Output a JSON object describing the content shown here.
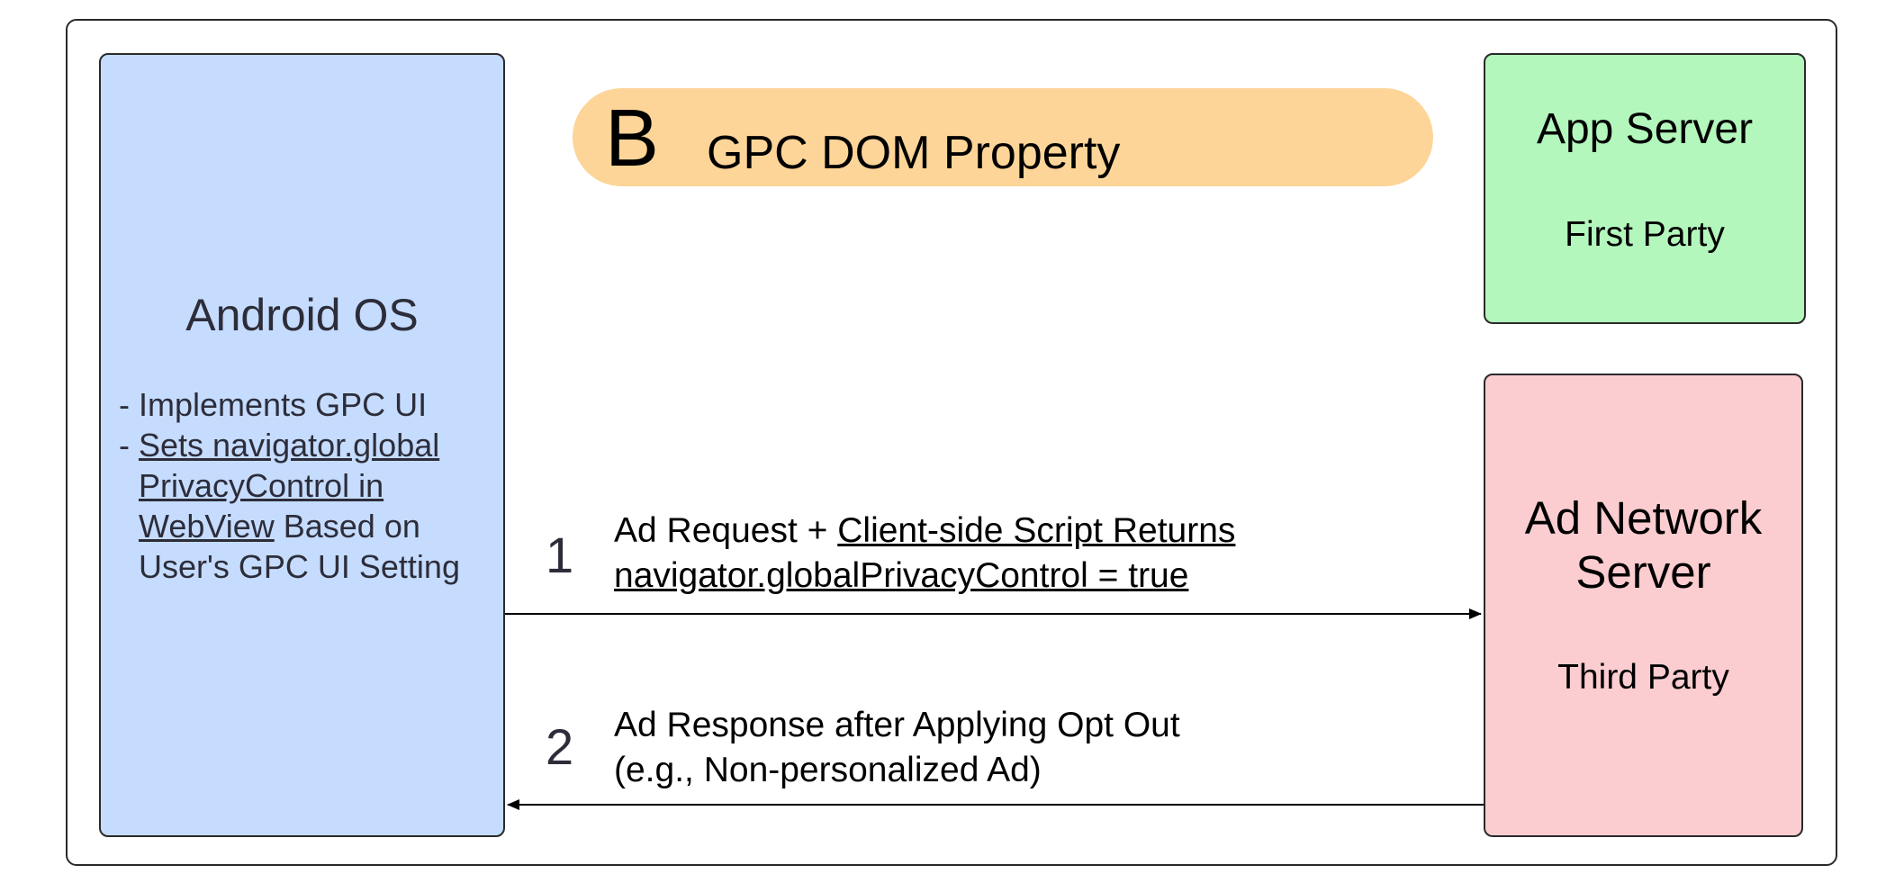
{
  "banner": {
    "letter": "B",
    "title": "GPC DOM Property",
    "color": "#fdd598"
  },
  "android": {
    "title": "Android OS",
    "color": "#c5dcfe",
    "bullet1": "Implements GPC UI",
    "bullet2_line1": "Sets navigator.global",
    "bullet2_line2": "PrivacyControl in",
    "bullet2_line3_link": "WebView",
    "bullet2_line3_rest": " Based on",
    "bullet2_line4": "User's GPC UI Setting",
    "dash": "-"
  },
  "app_server": {
    "title": "App Server",
    "subtitle": "First Party",
    "color": "#b4f7bd"
  },
  "ad_server": {
    "title_line1": "Ad Network",
    "title_line2": "Server",
    "subtitle": "Third Party",
    "color": "#fbcdd1"
  },
  "steps": {
    "one": {
      "number": "1",
      "line1_plain": "Ad Request + ",
      "line1_link": "Client-side Script Returns",
      "line2_link": "navigator.globalPrivacyControl = true"
    },
    "two": {
      "number": "2",
      "line1": "Ad Response after Applying Opt Out",
      "line2": "(e.g., Non-personalized Ad)"
    }
  }
}
